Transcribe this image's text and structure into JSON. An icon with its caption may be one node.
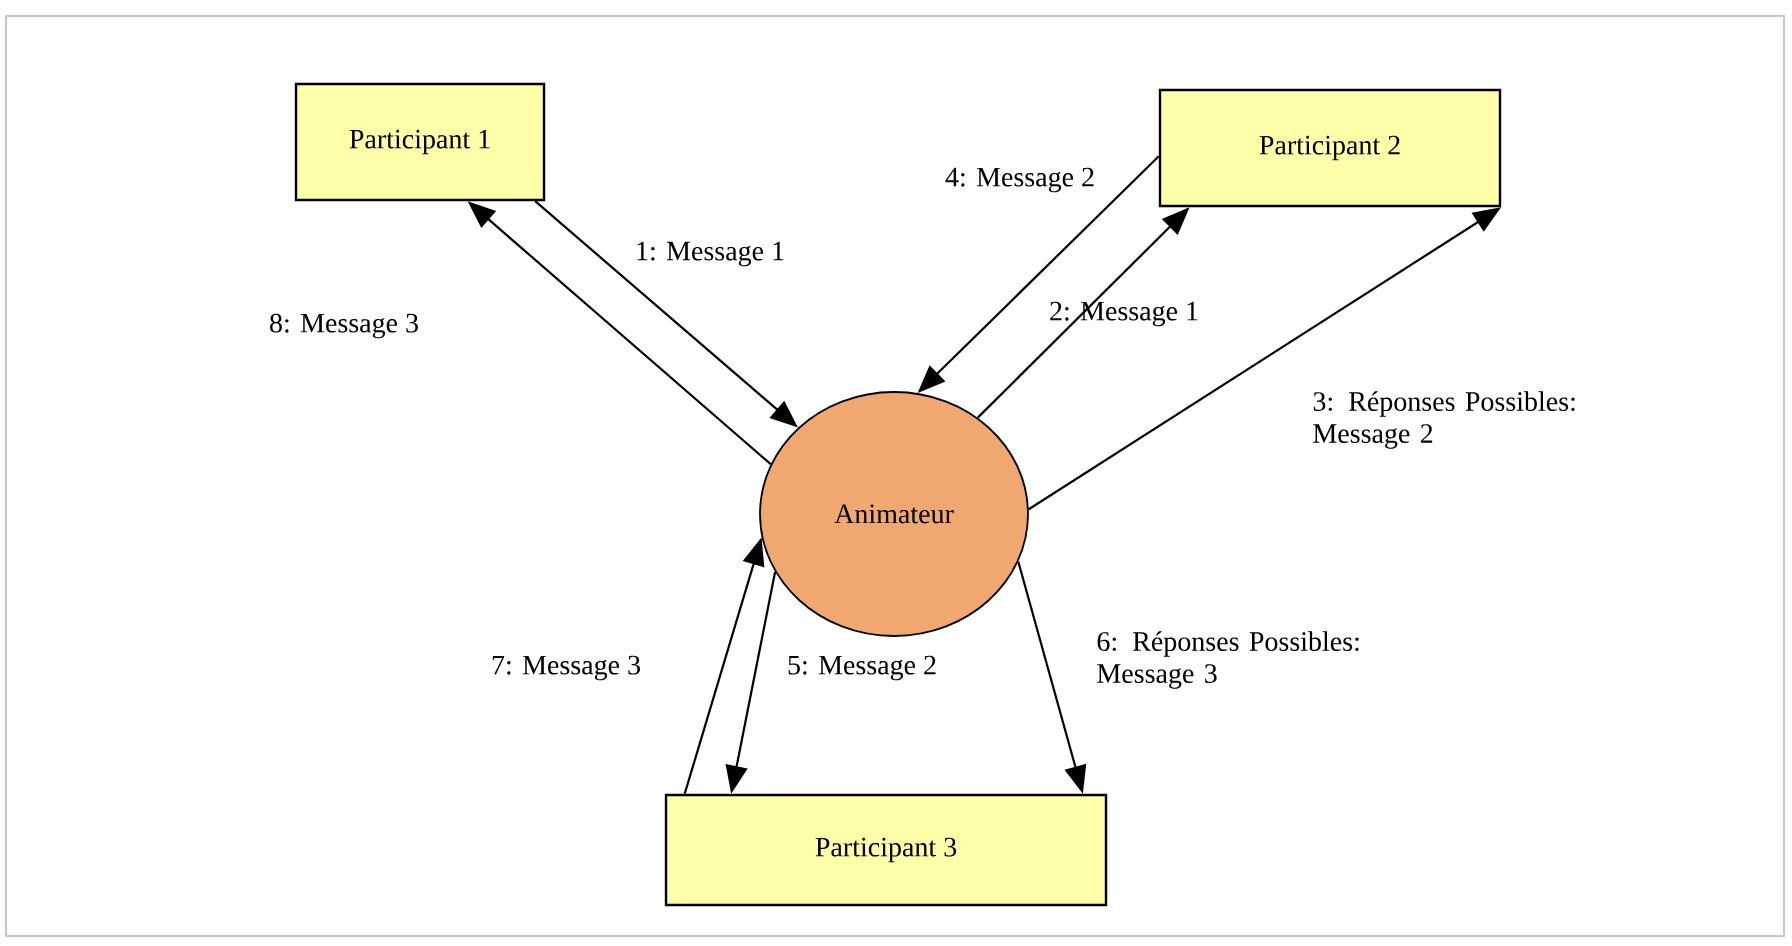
{
  "diagram": {
    "nodes": [
      {
        "text": [
          "Participant 1"
        ]
      },
      {
        "text": [
          "Participant 2"
        ]
      },
      {
        "text": [
          "Animateur"
        ]
      },
      {
        "text": [
          "Participant 3"
        ]
      }
    ],
    "edges": [
      {
        "from": 0,
        "to": 2,
        "arrow": "to",
        "label": "1: Message 1"
      },
      {
        "from": 2,
        "to": 1,
        "arrow": "to",
        "label": "2: Message 1"
      },
      {
        "from": 2,
        "to": 1,
        "arrow": "to",
        "label": "3: Réponses Possibles: Message 2"
      },
      {
        "from": 1,
        "to": 2,
        "arrow": "to",
        "label": "4: Message 2"
      },
      {
        "from": 2,
        "to": 3,
        "arrow": "to",
        "label": "5: Message 2"
      },
      {
        "from": 2,
        "to": 3,
        "arrow": "to",
        "label": "6: Réponses Possibles: Message 3"
      },
      {
        "from": 3,
        "to": 2,
        "arrow": "to",
        "label": "7: Message 3"
      },
      {
        "from": 2,
        "to": 0,
        "arrow": "to",
        "label": "8: Message 3"
      }
    ]
  }
}
